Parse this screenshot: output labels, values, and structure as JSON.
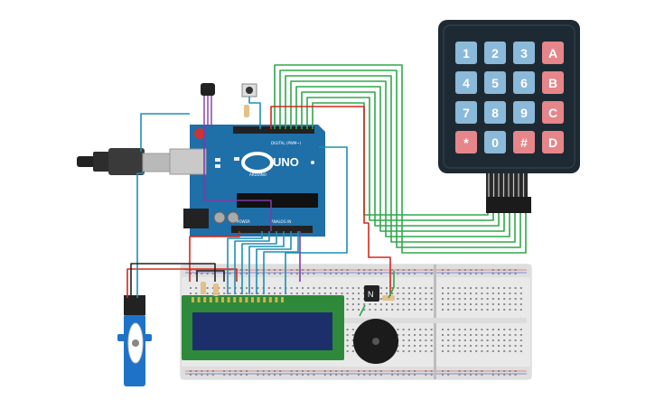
{
  "colors": {
    "board": "#1f6fa8",
    "keypad_body": "#1e2a33",
    "key_blue": "#8bb9d9",
    "key_red": "#e6868a",
    "lcd_frame": "#2e8a3a",
    "lcd_screen": "#1d2f6b",
    "breadboard": "#e9e9e9",
    "servo": "#1e73c8",
    "wire_green": "#2fa84a",
    "wire_red": "#d22a1e",
    "wire_teal": "#1f8fb5",
    "wire_purple": "#7e3aa8",
    "wire_black": "#222222"
  },
  "keypad": {
    "keys": [
      {
        "label": "1",
        "kind": "num"
      },
      {
        "label": "2",
        "kind": "num"
      },
      {
        "label": "3",
        "kind": "num"
      },
      {
        "label": "A",
        "kind": "letter"
      },
      {
        "label": "4",
        "kind": "num"
      },
      {
        "label": "5",
        "kind": "num"
      },
      {
        "label": "6",
        "kind": "num"
      },
      {
        "label": "B",
        "kind": "letter"
      },
      {
        "label": "7",
        "kind": "num"
      },
      {
        "label": "8",
        "kind": "num"
      },
      {
        "label": "9",
        "kind": "num"
      },
      {
        "label": "C",
        "kind": "letter"
      },
      {
        "label": "*",
        "kind": "letter"
      },
      {
        "label": "0",
        "kind": "num"
      },
      {
        "label": "#",
        "kind": "letter"
      },
      {
        "label": "D",
        "kind": "letter"
      }
    ]
  },
  "arduino": {
    "logo_text": "UNO",
    "brand_text": "ARDUINO",
    "digital_label": "DIGITAL (PWM~)",
    "analog_label": "ANALOG IN",
    "power_label": "POWER"
  },
  "transistor": {
    "label": "N"
  }
}
